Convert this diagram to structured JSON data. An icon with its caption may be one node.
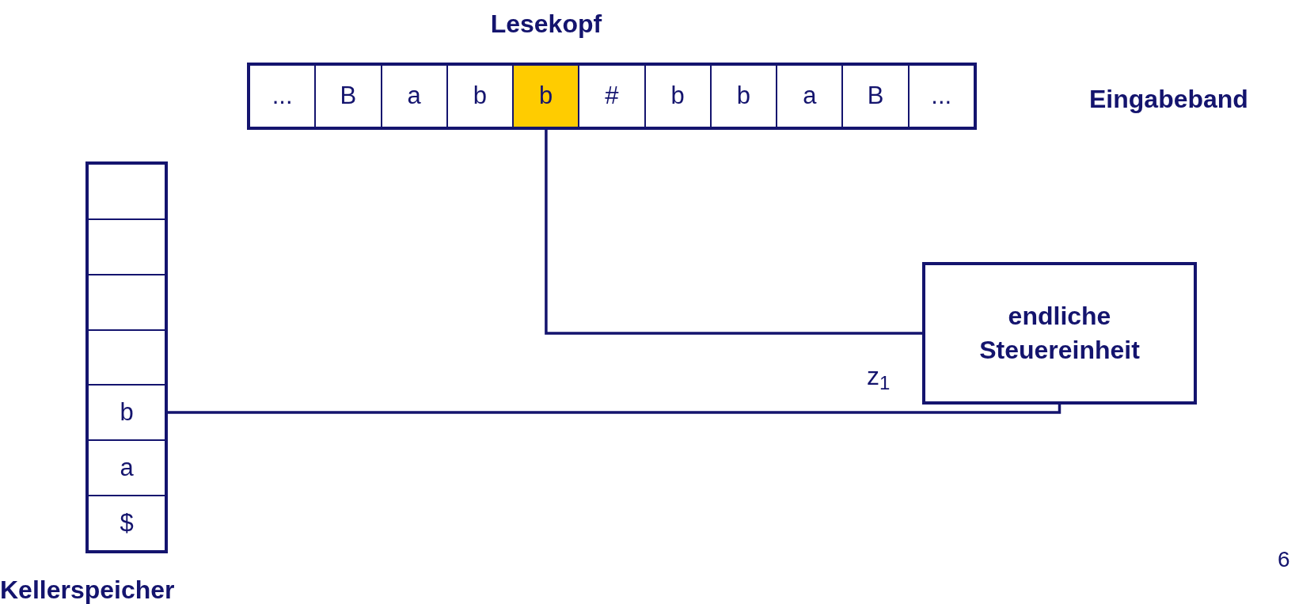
{
  "diagram": {
    "nodes": [
      {
        "text": [],
        "shape": "box"
      },
      {
        "text": [
          "..."
        ],
        "in": 0
      },
      {
        "text": [
          "B"
        ],
        "in": 0
      },
      {
        "text": [
          "a"
        ],
        "in": 0
      },
      {
        "text": [
          "b"
        ],
        "in": 0
      },
      {
        "text": [
          "b"
        ],
        "in": 0,
        "beside": [
          "Lesekopf"
        ]
      },
      {
        "text": [
          "#"
        ],
        "in": 0
      },
      {
        "text": [
          "b"
        ],
        "in": 0
      },
      {
        "text": [
          "b"
        ],
        "in": 0
      },
      {
        "text": [
          "a"
        ],
        "in": 0
      },
      {
        "text": [
          "B"
        ],
        "in": 0
      },
      {
        "text": [
          "..."
        ],
        "in": 0
      },
      {
        "text": [],
        "shape": "box",
        "beside": [
          "Kellerspeicher"
        ]
      },
      {
        "text": [],
        "shape": "box",
        "in": 12
      },
      {
        "text": [],
        "shape": "box",
        "in": 12
      },
      {
        "text": [],
        "shape": "box",
        "in": 12
      },
      {
        "text": [],
        "shape": "box",
        "in": 12
      },
      {
        "text": [
          "b"
        ],
        "in": 12
      },
      {
        "text": [
          "a"
        ],
        "in": 12
      },
      {
        "text": [
          "$"
        ],
        "in": 12
      },
      {
        "text": [
          "endliche Steuereinheit"
        ],
        "beside": [
          "z$_{1}$"
        ]
      }
    ],
    "edges": [
      {
        "from": 5,
        "to": 20,
        "arrow": "none"
      },
      {
        "from": 17,
        "to": 20,
        "arrow": "none"
      }
    ],
    "labels": [
      "Eingabeband",
      "6"
    ]
  }
}
